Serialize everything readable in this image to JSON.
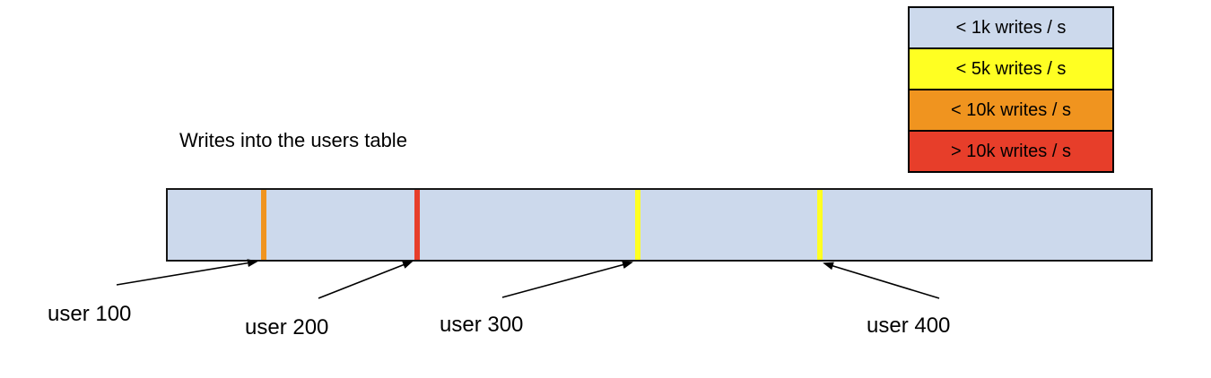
{
  "title": "Writes into the users table",
  "legend": {
    "items": [
      {
        "label": "< 1k writes / s",
        "color": "#ccd9ec"
      },
      {
        "label": "< 5k writes / s",
        "color": "#ffff22"
      },
      {
        "label": "< 10k writes / s",
        "color": "#f0941f"
      },
      {
        "label": "> 10k writes / s",
        "color": "#e73e2a"
      }
    ]
  },
  "bar": {
    "fill": "#ccd9ec",
    "markers": [
      {
        "user": "user 100",
        "rate_bucket": "< 10k writes / s",
        "color": "#f0941f",
        "position_pct": 9.8
      },
      {
        "user": "user 200",
        "rate_bucket": "> 10k writes / s",
        "color": "#e73e2a",
        "position_pct": 25.4
      },
      {
        "user": "user 300",
        "rate_bucket": "< 5k writes / s",
        "color": "#ffff22",
        "position_pct": 47.8
      },
      {
        "user": "user 400",
        "rate_bucket": "< 5k writes / s",
        "color": "#ffff22",
        "position_pct": 66.3
      }
    ]
  },
  "callouts": [
    {
      "label": "user 100"
    },
    {
      "label": "user 200"
    },
    {
      "label": "user 300"
    },
    {
      "label": "user 400"
    }
  ]
}
